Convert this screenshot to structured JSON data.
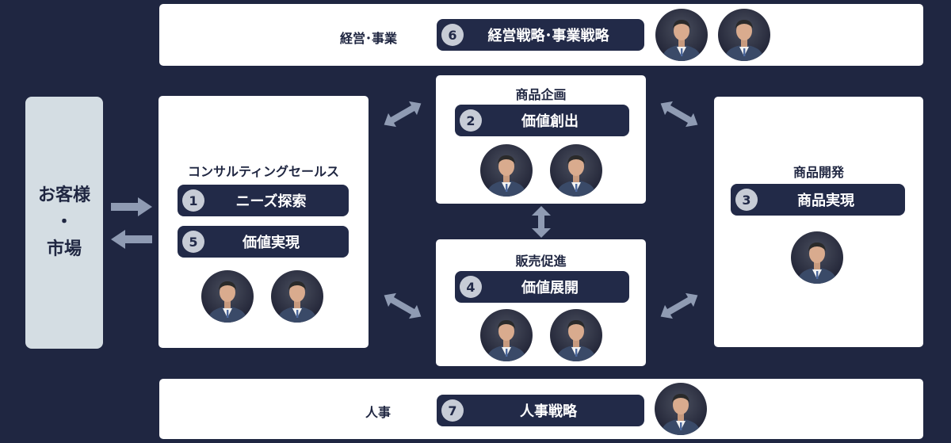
{
  "market": {
    "line1": "お客様",
    "line2": "・",
    "line3": "市場"
  },
  "management": {
    "title": "経営･事業",
    "pill_num": "6",
    "pill_label": "経営戦略･事業戦略"
  },
  "consulting": {
    "title": "コンサルティングセールス",
    "pills": [
      {
        "num": "1",
        "label": "ニーズ探索"
      },
      {
        "num": "5",
        "label": "価値実現"
      }
    ]
  },
  "planning": {
    "title": "商品企画",
    "pill_num": "2",
    "pill_label": "価値創出"
  },
  "development": {
    "title": "商品開発",
    "pill_num": "3",
    "pill_label": "商品実現"
  },
  "promotion": {
    "title": "販売促進",
    "pill_num": "4",
    "pill_label": "価値展開"
  },
  "hr": {
    "title": "人事",
    "pill_num": "7",
    "pill_label": "人事戦略"
  },
  "colors": {
    "background": "#1f2641",
    "pill": "#222a48",
    "market": "#d4dde3",
    "arrow": "#8f9bb3"
  }
}
